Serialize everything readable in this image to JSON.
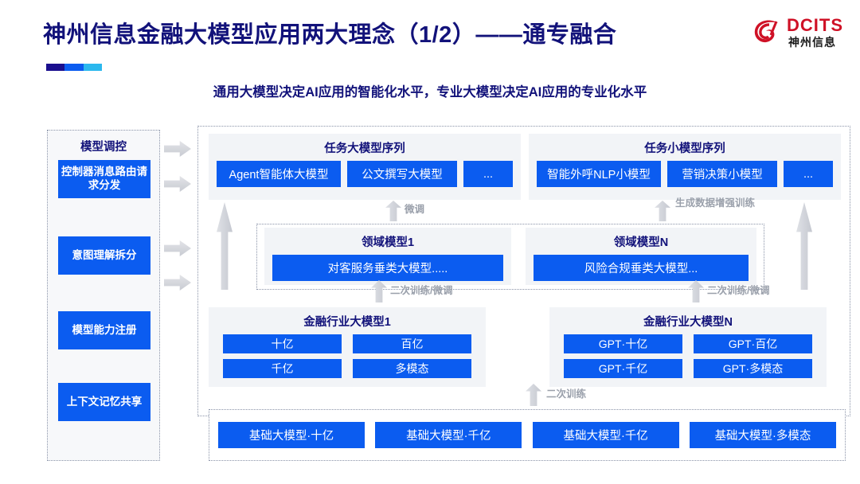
{
  "header": {
    "title": "神州信息金融大模型应用两大理念（1/2）——通专融合",
    "subtitle": "通用大模型决定AI应用的智能化水平，专业大模型决定AI应用的专业化水平",
    "logo": {
      "wordmark": "DCITS",
      "cn": "神州信息",
      "mark_icon": "dcits-swirl-logo"
    },
    "accent_colors": [
      "#1a0f8e",
      "#0b5cf0",
      "#2bb8ee"
    ]
  },
  "sidebar": {
    "title": "模型调控",
    "items": [
      {
        "label": "控制器消息路由请求分发"
      },
      {
        "label": "意图理解拆分"
      },
      {
        "label": "模型能力注册"
      },
      {
        "label": "上下文记忆共享"
      }
    ]
  },
  "task_big": {
    "title": "任务大模型序列",
    "chips": [
      "Agent智能体大模型",
      "公文撰写大模型",
      "..."
    ]
  },
  "task_small": {
    "title": "任务小模型序列",
    "chips": [
      "智能外呼NLP小模型",
      "营销决策小模型",
      "..."
    ]
  },
  "domain1": {
    "title": "领域模型1",
    "chips": [
      "对客服务垂类大模型....."
    ]
  },
  "domainN": {
    "title": "领域模型N",
    "chips": [
      "风险合规垂类大模型..."
    ]
  },
  "industry1": {
    "title": "金融行业大模型1",
    "chips": [
      "十亿",
      "百亿",
      "千亿",
      "多模态"
    ]
  },
  "industryN": {
    "title": "金融行业大模型N",
    "chips": [
      "GPT·十亿",
      "GPT·百亿",
      "GPT·千亿",
      "GPT·多模态"
    ]
  },
  "base": {
    "chips": [
      "基础大模型·十亿",
      "基础大模型·千亿",
      "基础大模型·千亿",
      "基础大模型·多模态"
    ]
  },
  "captions": {
    "fine_tune": "微调",
    "data_aug": "生成数据增强训练",
    "retrain_finetune": "二次训练/微调",
    "retrain": "二次训练"
  },
  "colors": {
    "brand_blue": "#0b5cf0",
    "deep_navy": "#12127a",
    "logo_red": "#cf1126",
    "panel_grey": "#f2f4f7",
    "arrow_grey": "#c8cbd2"
  }
}
